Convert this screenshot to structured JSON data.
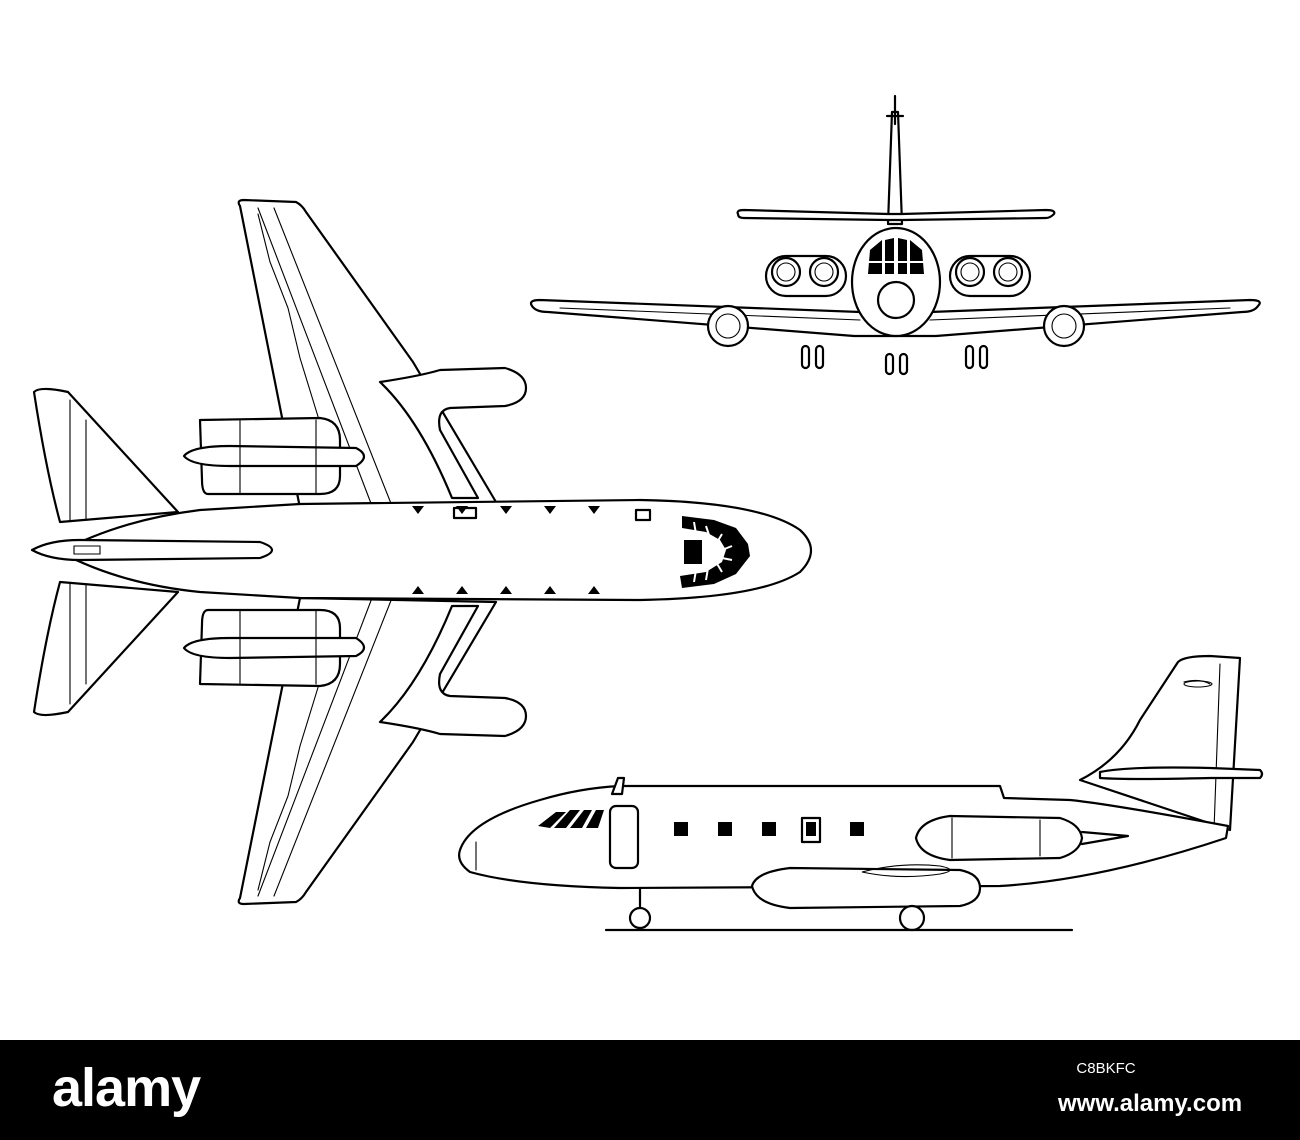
{
  "views": [
    "plan-view",
    "front-view",
    "side-view"
  ],
  "footer": {
    "brand": "alamy",
    "image_id": "C8BKFC",
    "website": "www.alamy.com",
    "background_color": "#000000",
    "text_color": "#ffffff"
  },
  "line_color": "#000000",
  "paper_color": "#ffffff"
}
